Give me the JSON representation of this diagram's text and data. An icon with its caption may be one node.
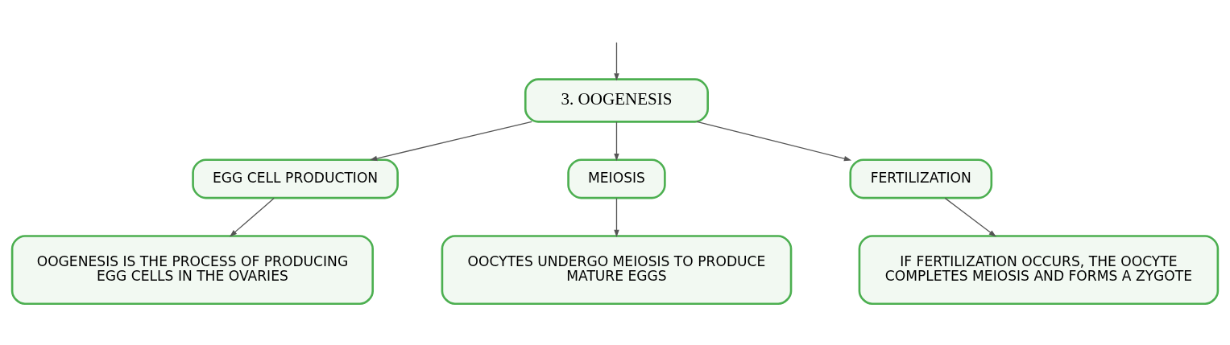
{
  "diagram": {
    "nodes": [
      {
        "text": [
          "3. OOGENESIS"
        ]
      },
      {
        "text": [
          "EGG CELL PRODUCTION"
        ]
      },
      {
        "text": [
          "MEIOSIS"
        ]
      },
      {
        "text": [
          "FERTILIZATION"
        ]
      },
      {
        "text": [
          "OOGENESIS IS THE PROCESS OF PRODUCING EGG CELLS IN THE OVARIES"
        ]
      },
      {
        "text": [
          "OOCYTES UNDERGO MEIOSIS TO PRODUCE MATURE EGGS"
        ]
      },
      {
        "text": [
          "IF FERTILIZATION OCCURS, THE OOCYTE COMPLETES MEIOSIS AND FORMS A ZYGOTE"
        ]
      }
    ],
    "edges": [
      {
        "from": null,
        "to": 0,
        "arrow": "to"
      },
      {
        "from": 0,
        "to": 1,
        "arrow": "to"
      },
      {
        "from": 0,
        "to": 2,
        "arrow": "to"
      },
      {
        "from": 0,
        "to": 3,
        "arrow": "to"
      },
      {
        "from": 1,
        "to": 4,
        "arrow": "to"
      },
      {
        "from": 2,
        "to": 5,
        "arrow": "to"
      },
      {
        "from": 3,
        "to": 6,
        "arrow": "to"
      }
    ]
  }
}
